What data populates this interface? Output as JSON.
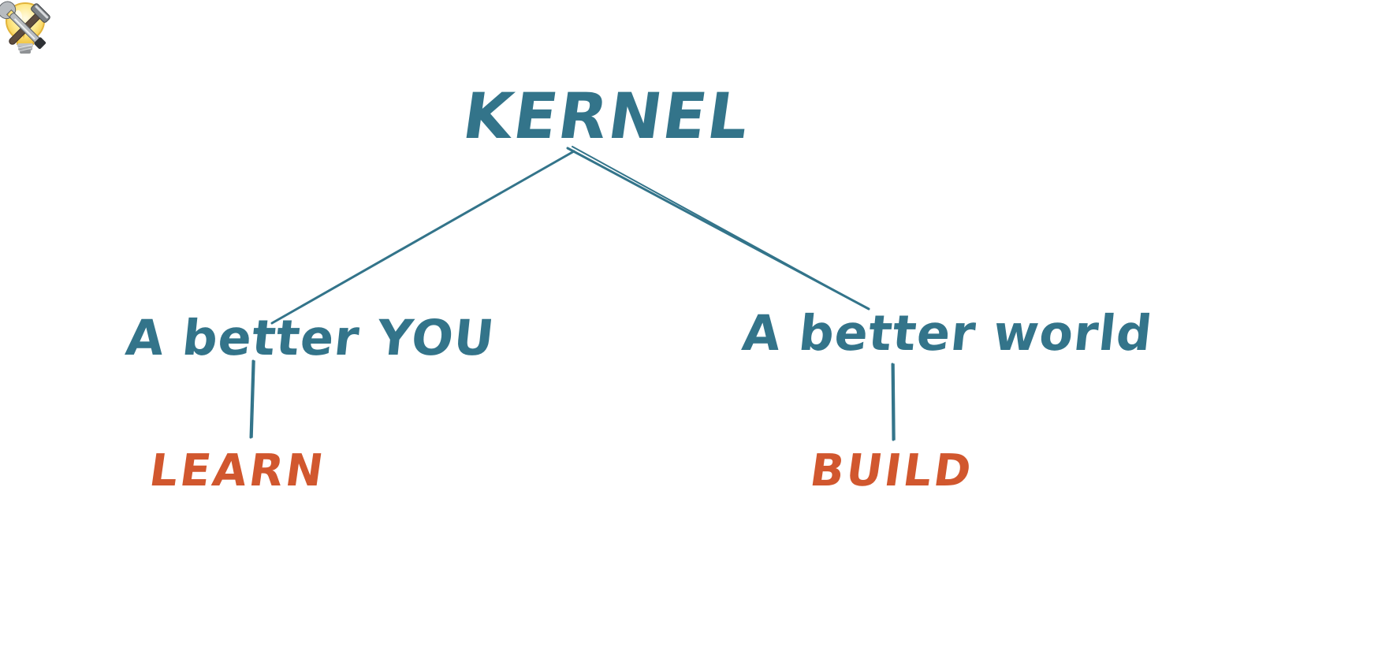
{
  "diagram": {
    "root": {
      "label": "KERNEL"
    },
    "branches": [
      {
        "label": "A better YOU",
        "child": {
          "label": "LEARN",
          "icon": "lightbulb-icon"
        }
      },
      {
        "label": "A better world",
        "child": {
          "label": "BUILD",
          "icon": "hammer-and-wrench-icon"
        }
      }
    ]
  },
  "colors": {
    "teal": "#33748a",
    "orange": "#d1572e",
    "background": "#ffffff"
  }
}
